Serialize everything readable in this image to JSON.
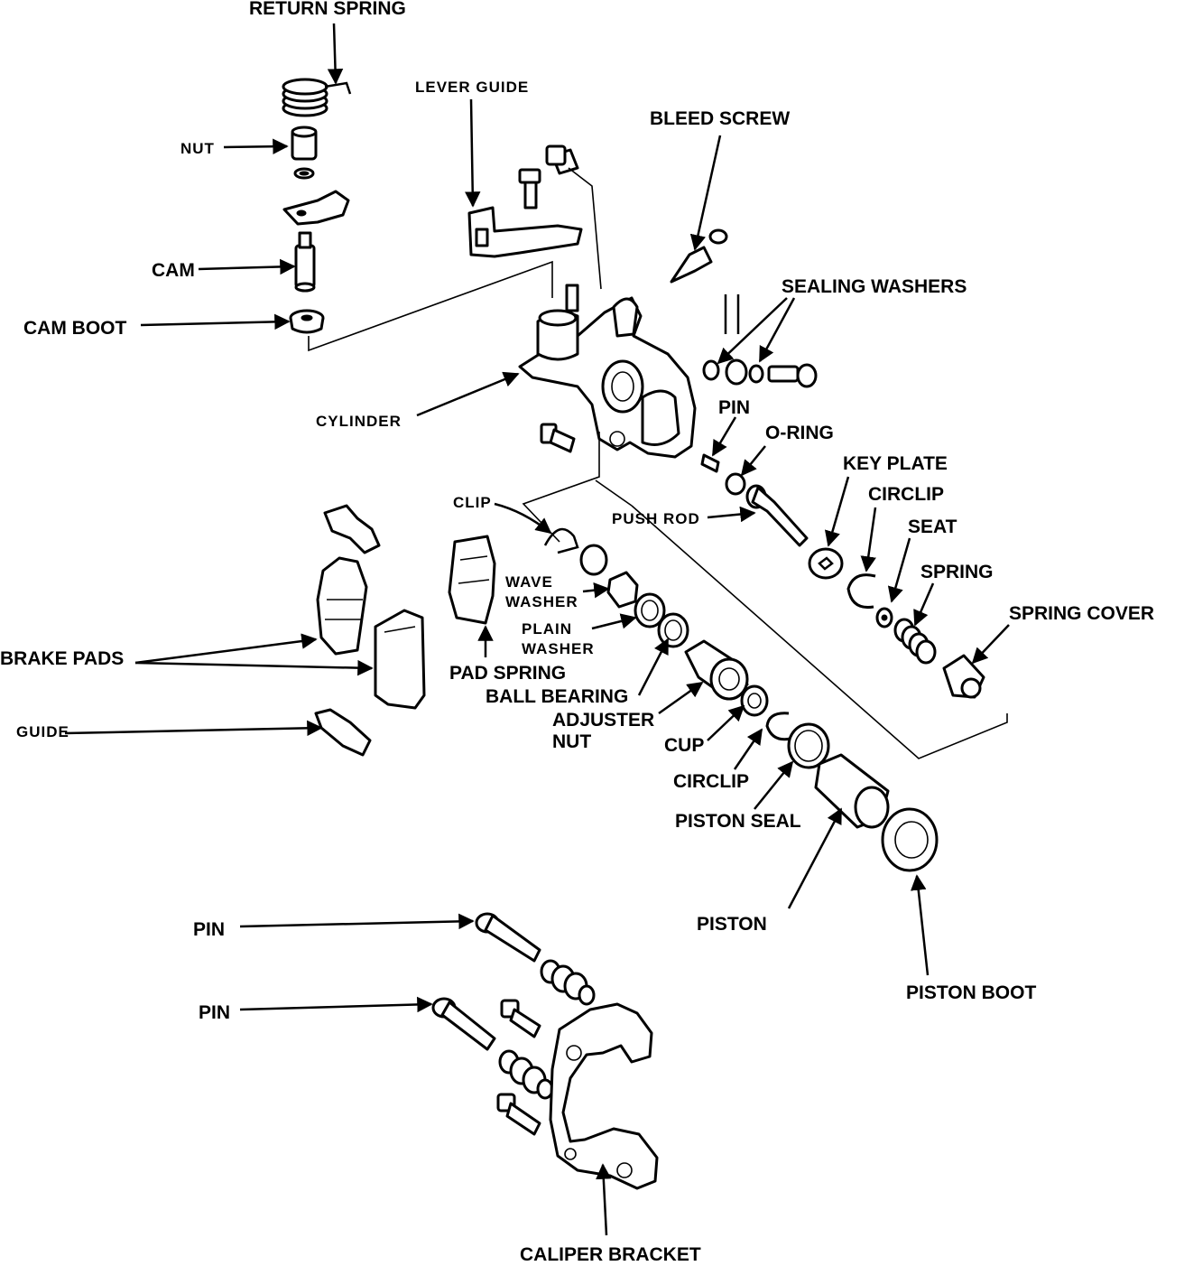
{
  "labels": {
    "return_spring": "RETURN SPRING",
    "lever_guide": "LEVER GUIDE",
    "bleed_screw": "BLEED SCREW",
    "nut": "NUT",
    "cam": "CAM",
    "cam_boot": "CAM BOOT",
    "sealing_washers": "SEALING WASHERS",
    "cylinder": "CYLINDER",
    "pin_top": "PIN",
    "o_ring": "O-RING",
    "key_plate": "KEY PLATE",
    "circlip_top": "CIRCLIP",
    "seat": "SEAT",
    "spring": "SPRING",
    "spring_cover": "SPRING COVER",
    "clip": "CLIP",
    "push_rod": "PUSH ROD",
    "wave_washer_1": "WAVE",
    "wave_washer_2": "WASHER",
    "plain_washer_1": "PLAIN",
    "plain_washer_2": "WASHER",
    "brake_pads": "BRAKE PADS",
    "pad_spring": "PAD SPRING",
    "ball_bearing": "BALL BEARING",
    "adjuster_nut_1": "ADJUSTER",
    "adjuster_nut_2": "NUT",
    "cup": "CUP",
    "guide": "GUIDE",
    "circlip_bottom": "CIRCLIP",
    "piston_seal": "PISTON SEAL",
    "piston": "PISTON",
    "pin_lower_1": "PIN",
    "pin_lower_2": "PIN",
    "piston_boot": "PISTON BOOT",
    "caliper_bracket": "CALIPER BRACKET"
  }
}
